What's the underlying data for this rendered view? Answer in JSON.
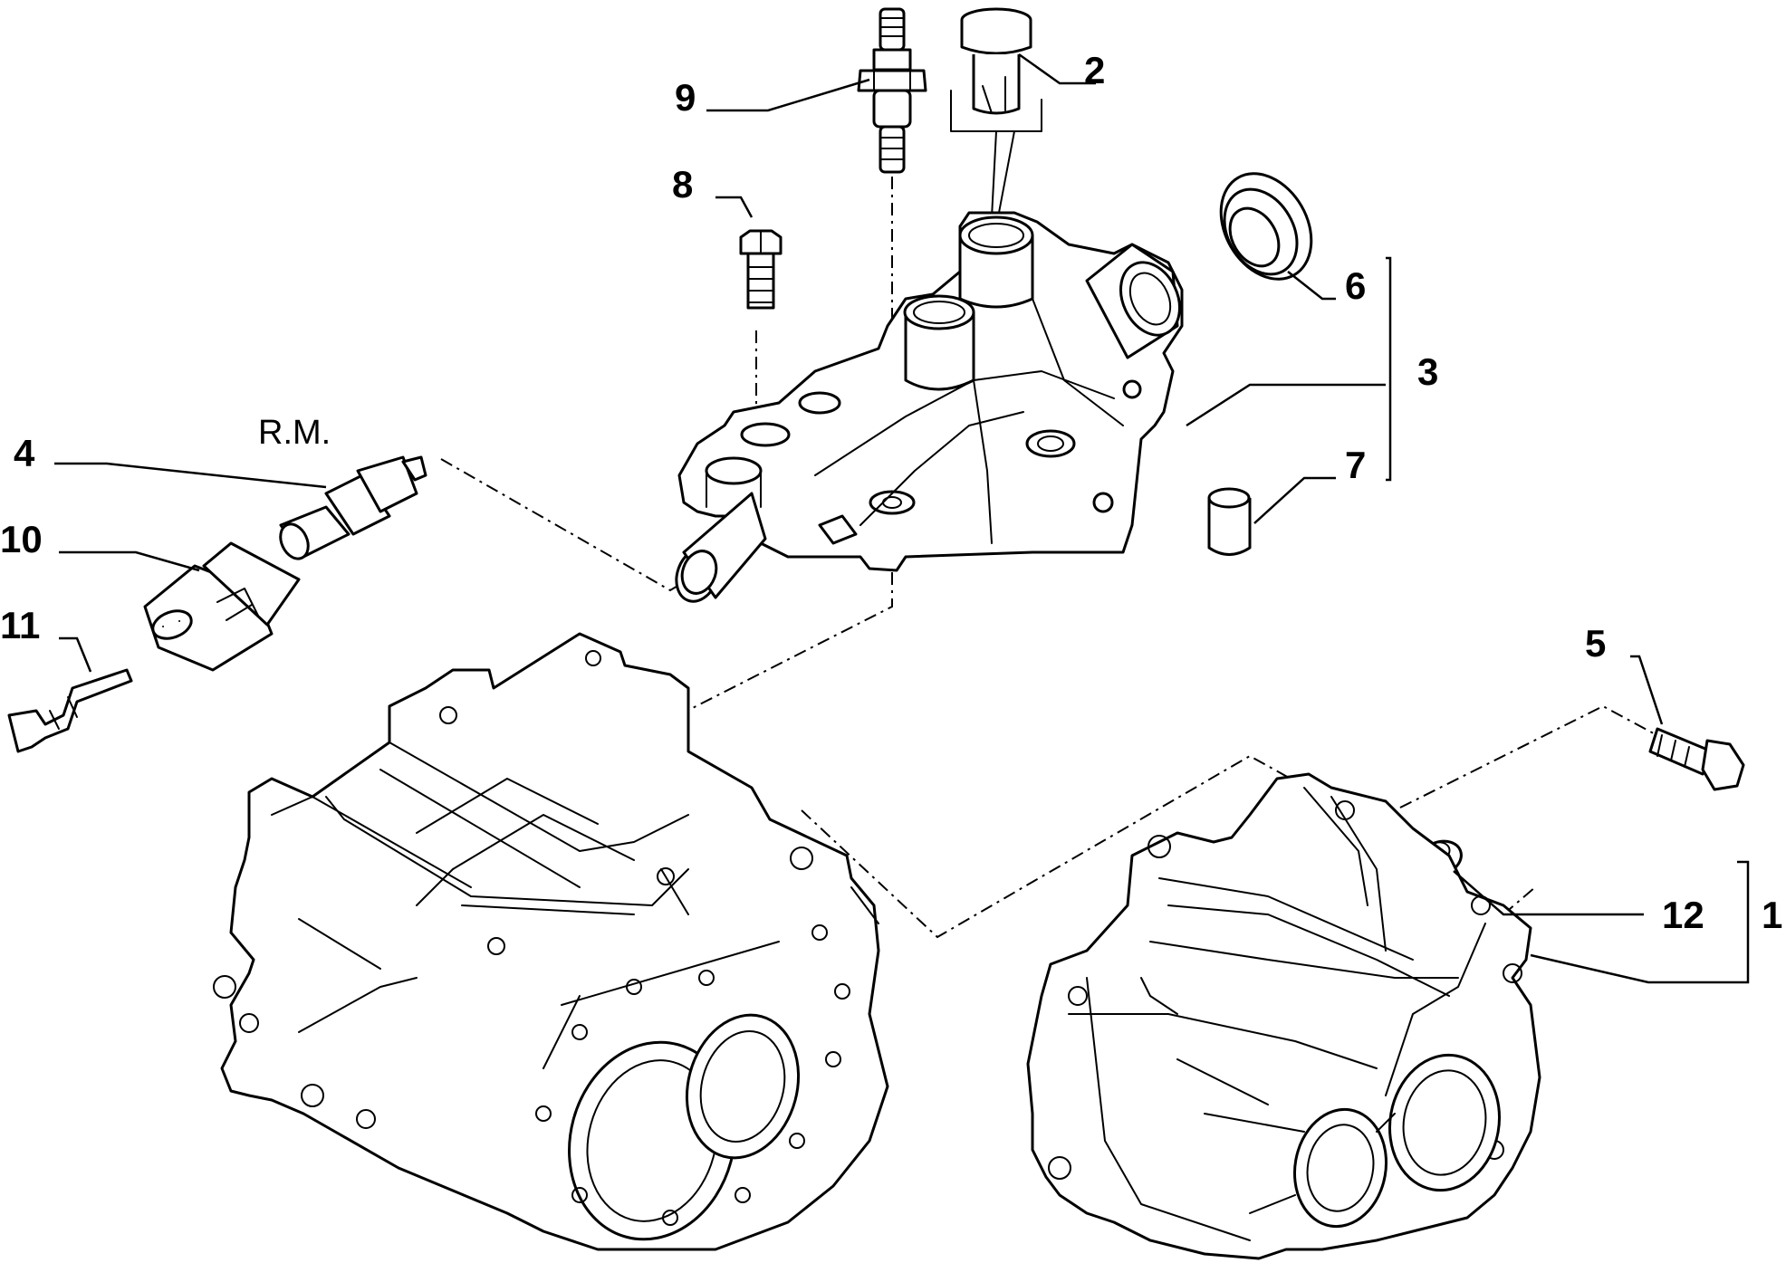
{
  "callouts": {
    "c1": "1",
    "c2": "2",
    "c3": "3",
    "c4": "4",
    "c5": "5",
    "c6": "6",
    "c7": "7",
    "c8": "8",
    "c9": "9",
    "c10": "10",
    "c11": "11",
    "c12": "12"
  },
  "rm_note": "R.M."
}
